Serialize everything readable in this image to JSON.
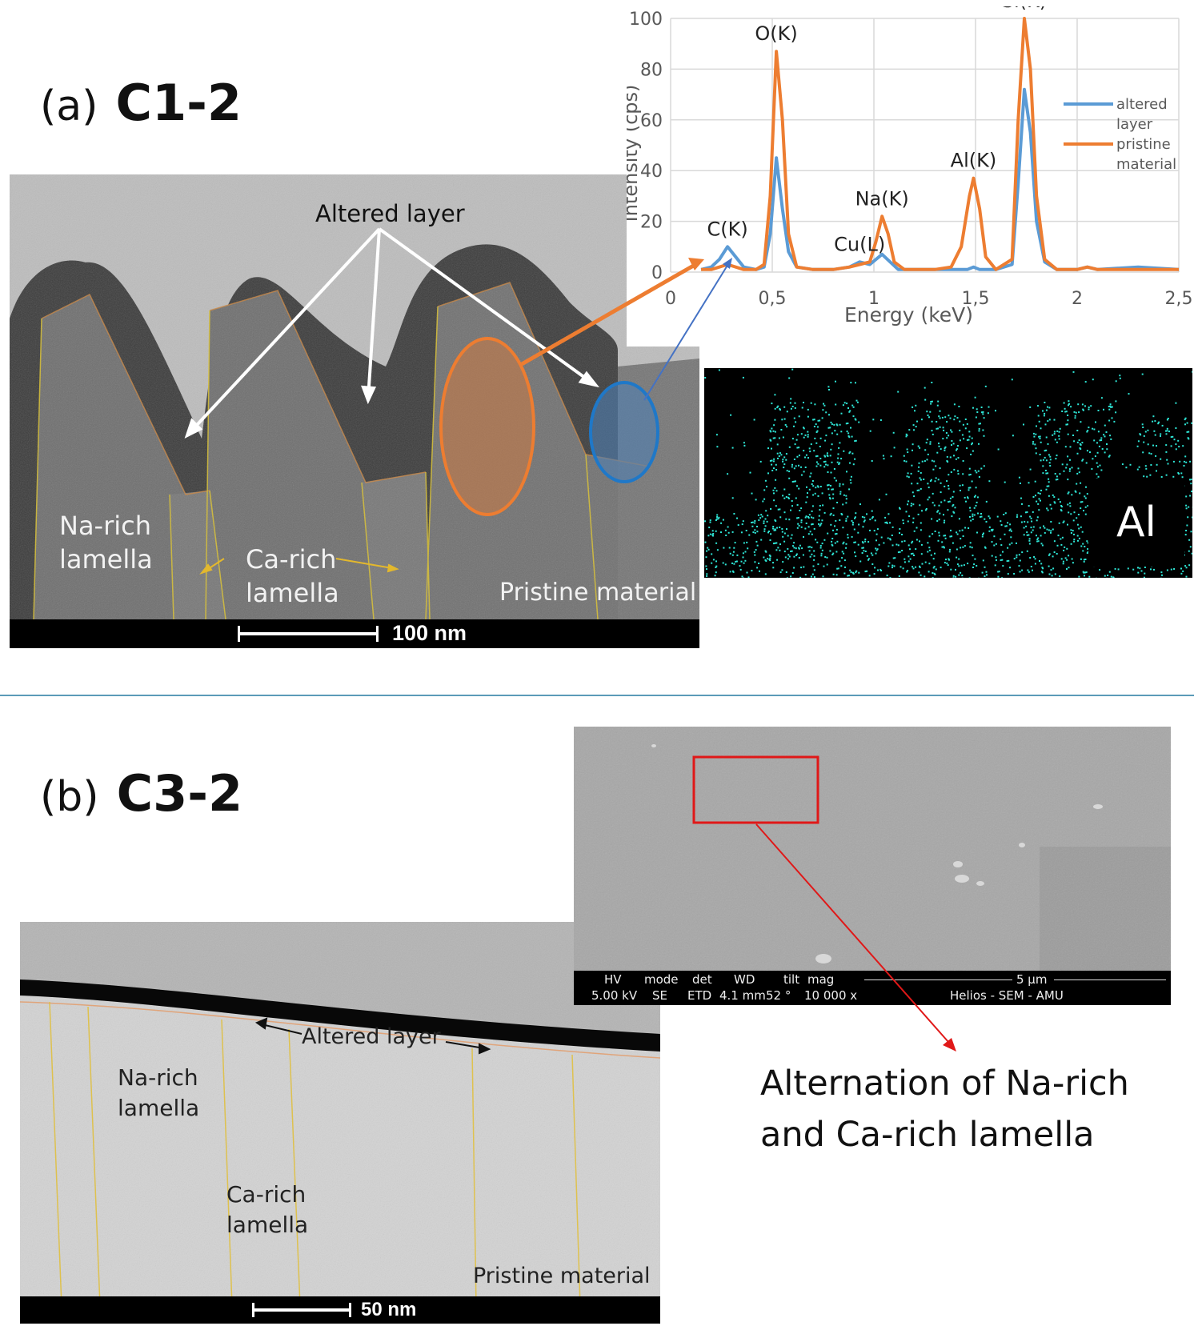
{
  "panel_a": {
    "letter": "(a)",
    "sample": "C1-2",
    "labels": {
      "altered_layer": "Altered layer",
      "na_rich": "Na-rich\nlamella",
      "ca_rich": "Ca-rich\nlamella",
      "pristine": "Pristine material"
    },
    "scale_bar": "100 nm",
    "map_element": "Al",
    "colors": {
      "orange": "#ED7D31",
      "blue": "#1F78C8",
      "map_dots": "#2EE6D6"
    }
  },
  "panel_b": {
    "letter": "(b)",
    "sample": "C3-2",
    "labels": {
      "altered_layer": "Altered layer",
      "na_rich": "Na-rich\nlamella",
      "ca_rich": "Ca-rich\nlamella",
      "pristine": "Pristine material"
    },
    "scale_bar": "50 nm",
    "sem": {
      "headers": [
        "HV",
        "mode",
        "det",
        "WD",
        "tilt",
        "mag",
        "5 µm"
      ],
      "values": [
        "5.00 kV",
        "SE",
        "ETD",
        "4.1 mm",
        "52 °",
        "10 000 x",
        "Helios - SEM - AMU"
      ]
    },
    "caption": "Alternation of Na-rich\nand Ca-rich lamella"
  },
  "chart_data": {
    "type": "line",
    "xlabel": "Energy (keV)",
    "ylabel": "Intensity (cps)",
    "xlim": [
      0,
      2.5
    ],
    "ylim": [
      0,
      100
    ],
    "x_ticks": [
      "0",
      "0,5",
      "1",
      "1,5",
      "2",
      "2,5"
    ],
    "y_ticks": [
      "0",
      "20",
      "40",
      "60",
      "80",
      "100"
    ],
    "grid": true,
    "legend_position": "right",
    "peak_labels": [
      {
        "text": "C(K)",
        "x": 0.28,
        "y": 10
      },
      {
        "text": "O(K)",
        "x": 0.52,
        "y": 87
      },
      {
        "text": "Cu(L)",
        "x": 0.93,
        "y": 4
      },
      {
        "text": "Na(K)",
        "x": 1.04,
        "y": 22
      },
      {
        "text": "Al(K)",
        "x": 1.49,
        "y": 37
      },
      {
        "text": "Si(K)",
        "x": 1.74,
        "y": 100
      }
    ],
    "series": [
      {
        "name": "altered layer",
        "color": "#5B9BD5",
        "points": [
          [
            0.15,
            1
          ],
          [
            0.2,
            2
          ],
          [
            0.24,
            5
          ],
          [
            0.28,
            10
          ],
          [
            0.32,
            6
          ],
          [
            0.36,
            2
          ],
          [
            0.42,
            1
          ],
          [
            0.46,
            2
          ],
          [
            0.49,
            15
          ],
          [
            0.52,
            45
          ],
          [
            0.55,
            25
          ],
          [
            0.58,
            8
          ],
          [
            0.62,
            2
          ],
          [
            0.7,
            1
          ],
          [
            0.8,
            1
          ],
          [
            0.88,
            2
          ],
          [
            0.93,
            4
          ],
          [
            0.98,
            3
          ],
          [
            1.04,
            7
          ],
          [
            1.08,
            4
          ],
          [
            1.12,
            1
          ],
          [
            1.3,
            1
          ],
          [
            1.4,
            1
          ],
          [
            1.46,
            1
          ],
          [
            1.49,
            2
          ],
          [
            1.52,
            1
          ],
          [
            1.6,
            1
          ],
          [
            1.68,
            3
          ],
          [
            1.71,
            35
          ],
          [
            1.74,
            72
          ],
          [
            1.77,
            55
          ],
          [
            1.8,
            20
          ],
          [
            1.84,
            4
          ],
          [
            1.9,
            1
          ],
          [
            2.0,
            1
          ],
          [
            2.05,
            2
          ],
          [
            2.1,
            1
          ],
          [
            2.3,
            2
          ],
          [
            2.5,
            1
          ]
        ]
      },
      {
        "name": "pristine material",
        "color": "#ED7D31",
        "points": [
          [
            0.15,
            1
          ],
          [
            0.2,
            1
          ],
          [
            0.28,
            3
          ],
          [
            0.36,
            1
          ],
          [
            0.42,
            1
          ],
          [
            0.46,
            3
          ],
          [
            0.49,
            30
          ],
          [
            0.52,
            87
          ],
          [
            0.55,
            60
          ],
          [
            0.58,
            15
          ],
          [
            0.62,
            2
          ],
          [
            0.7,
            1
          ],
          [
            0.8,
            1
          ],
          [
            0.88,
            2
          ],
          [
            0.93,
            3
          ],
          [
            0.98,
            4
          ],
          [
            1.01,
            12
          ],
          [
            1.04,
            22
          ],
          [
            1.07,
            15
          ],
          [
            1.1,
            4
          ],
          [
            1.15,
            1
          ],
          [
            1.3,
            1
          ],
          [
            1.38,
            2
          ],
          [
            1.43,
            10
          ],
          [
            1.47,
            30
          ],
          [
            1.49,
            37
          ],
          [
            1.52,
            25
          ],
          [
            1.55,
            6
          ],
          [
            1.6,
            1
          ],
          [
            1.68,
            5
          ],
          [
            1.71,
            60
          ],
          [
            1.74,
            100
          ],
          [
            1.77,
            80
          ],
          [
            1.8,
            30
          ],
          [
            1.84,
            5
          ],
          [
            1.9,
            1
          ],
          [
            2.0,
            1
          ],
          [
            2.05,
            2
          ],
          [
            2.1,
            1
          ],
          [
            2.3,
            1
          ],
          [
            2.5,
            1
          ]
        ]
      }
    ]
  }
}
